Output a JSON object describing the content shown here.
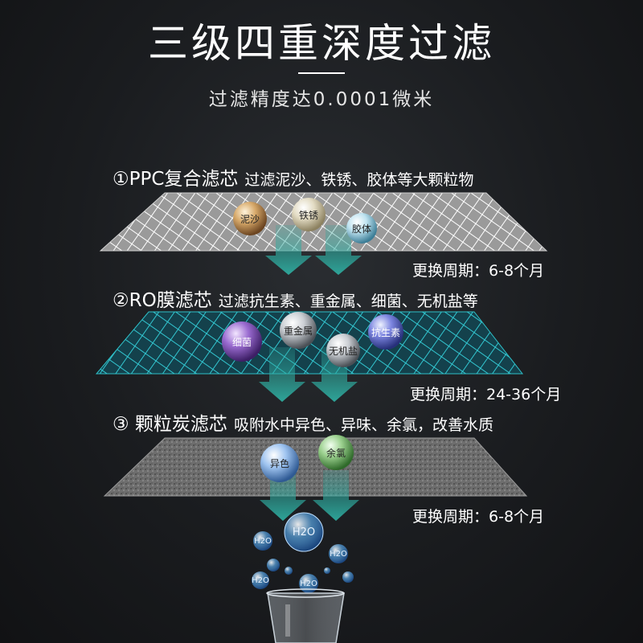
{
  "title": "三级四重深度过滤",
  "subtitle": "过滤精度达0.0001微米",
  "stages": [
    {
      "label": "①PPC复合滤芯",
      "desc": "过滤泥沙、铁锈、胶体等大颗粒物",
      "replace": "更换周期：6-8个月",
      "particles": [
        "泥沙",
        "铁锈",
        "胶体"
      ]
    },
    {
      "label": "②RO膜滤芯",
      "desc": "过滤抗生素、重金属、细菌、无机盐等",
      "replace": "更换周期：24-36个月",
      "particles": [
        "细菌",
        "重金属",
        "无机盐",
        "抗生素"
      ]
    },
    {
      "label": "③ 颗粒炭滤芯",
      "desc": "吸附水中异色、异味、余氯，改善水质",
      "replace": "更换周期：6-8个月",
      "particles": [
        "异色",
        "余氯"
      ]
    }
  ],
  "water_molecule": "H2O",
  "colors": {
    "background": "#1b1d20",
    "arrow": "#2fa59b",
    "ro_mesh": "#2ec0c8"
  }
}
